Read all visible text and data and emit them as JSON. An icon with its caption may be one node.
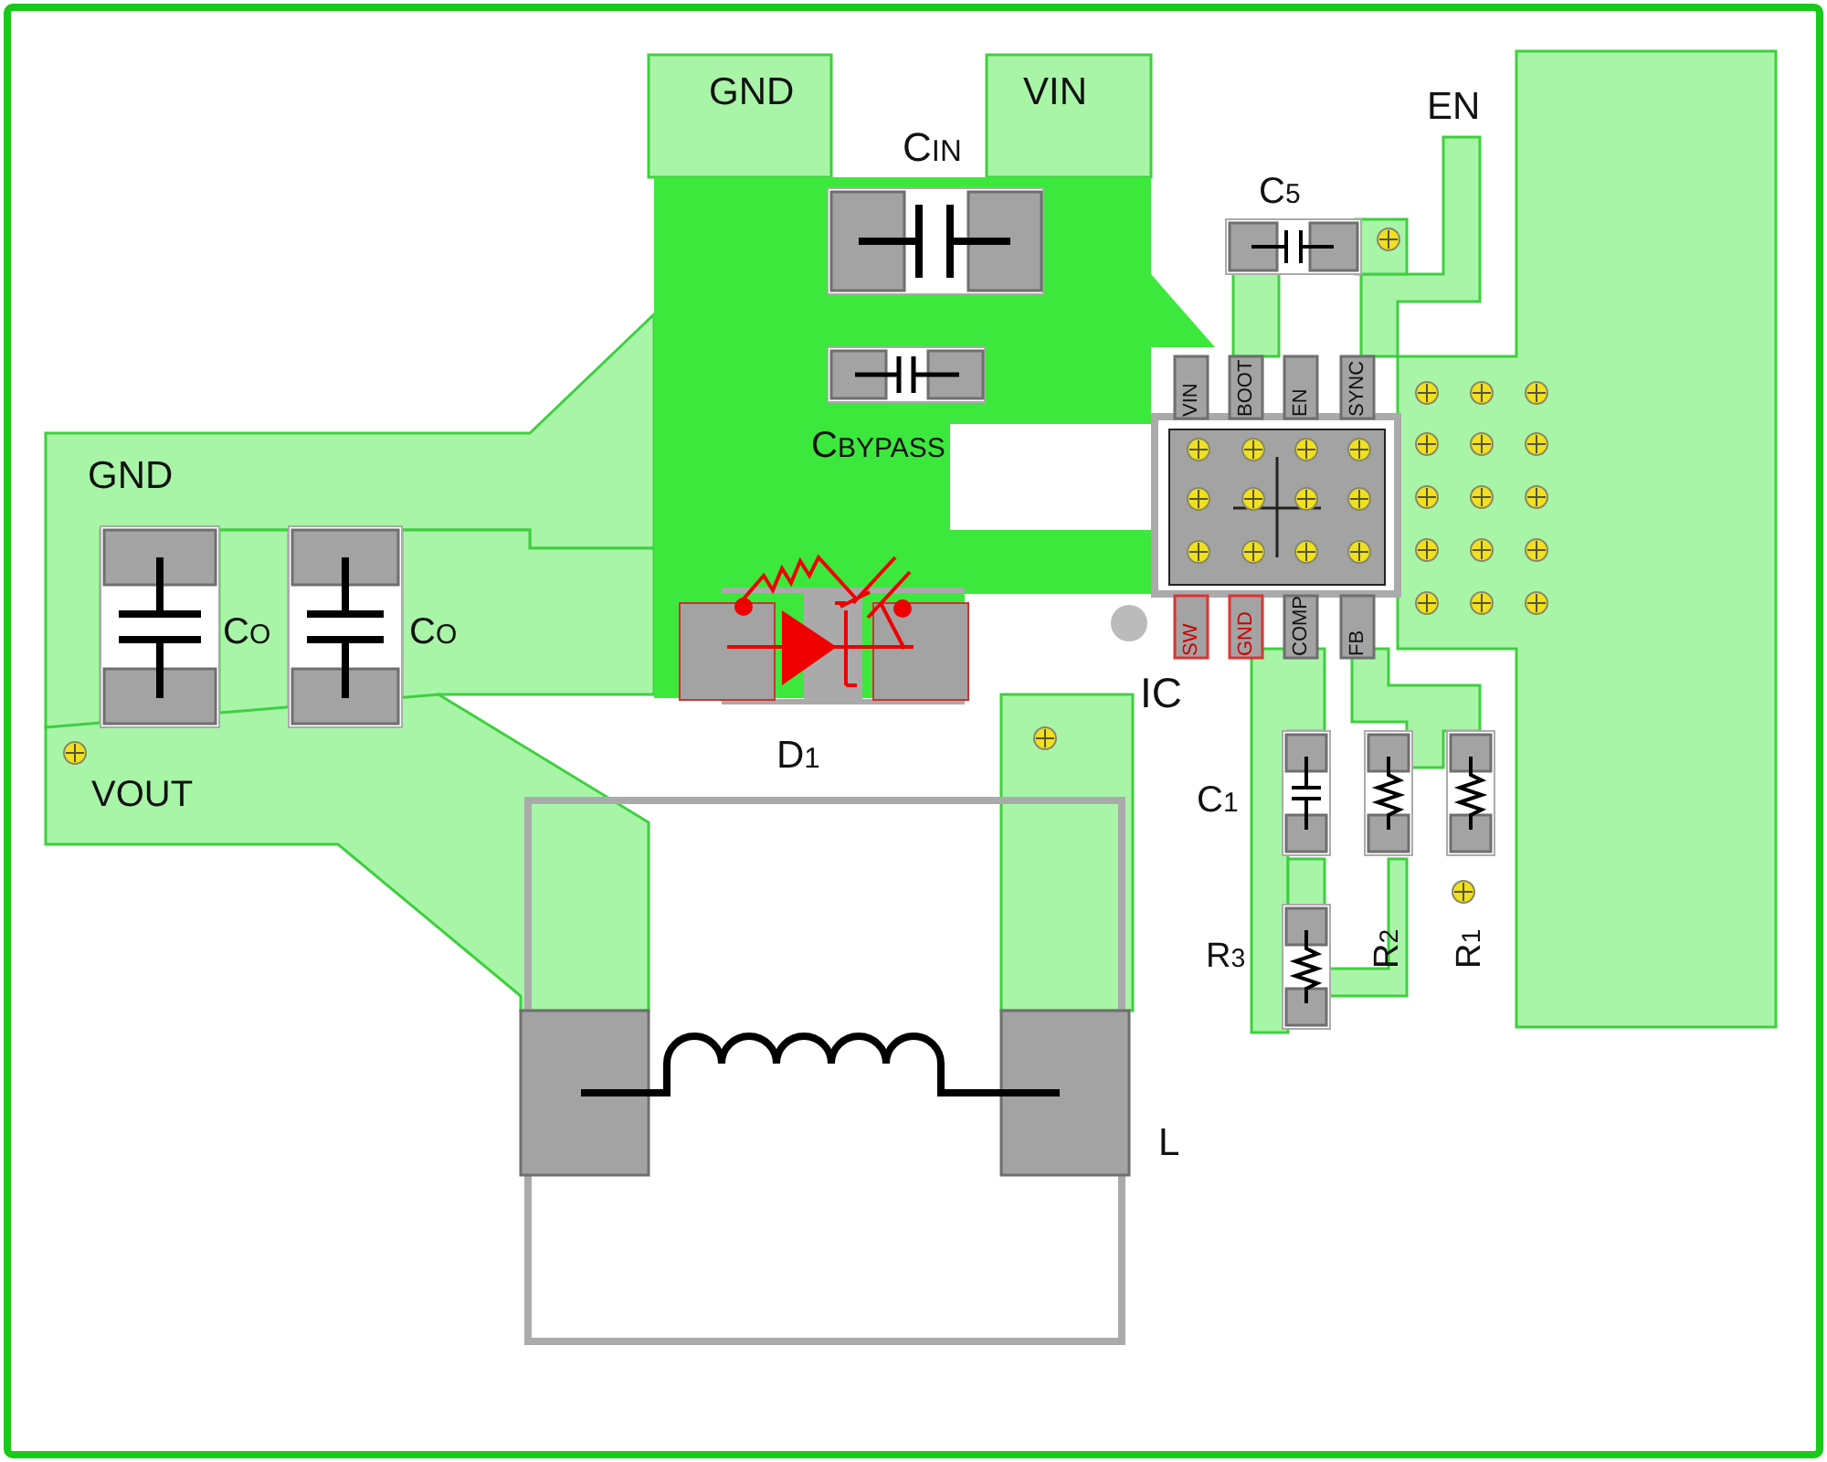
{
  "diagram": {
    "labels": [
      "GND",
      "VIN",
      "C$_{IN}$",
      "EN",
      "C$_{5}$",
      "VIN",
      "BOOT",
      "EN",
      "SYNC",
      "C$_{BYPASS}$",
      "GND",
      "C$_{O}$",
      "C$_{O}$",
      "SW",
      "GND",
      "COMP",
      "FB",
      "IC",
      "D$_{1}$",
      "VOUT",
      "C$_{1}$",
      "R$_{3}$",
      "R$_{2}$",
      "R$_{1}$",
      "L"
    ]
  }
}
